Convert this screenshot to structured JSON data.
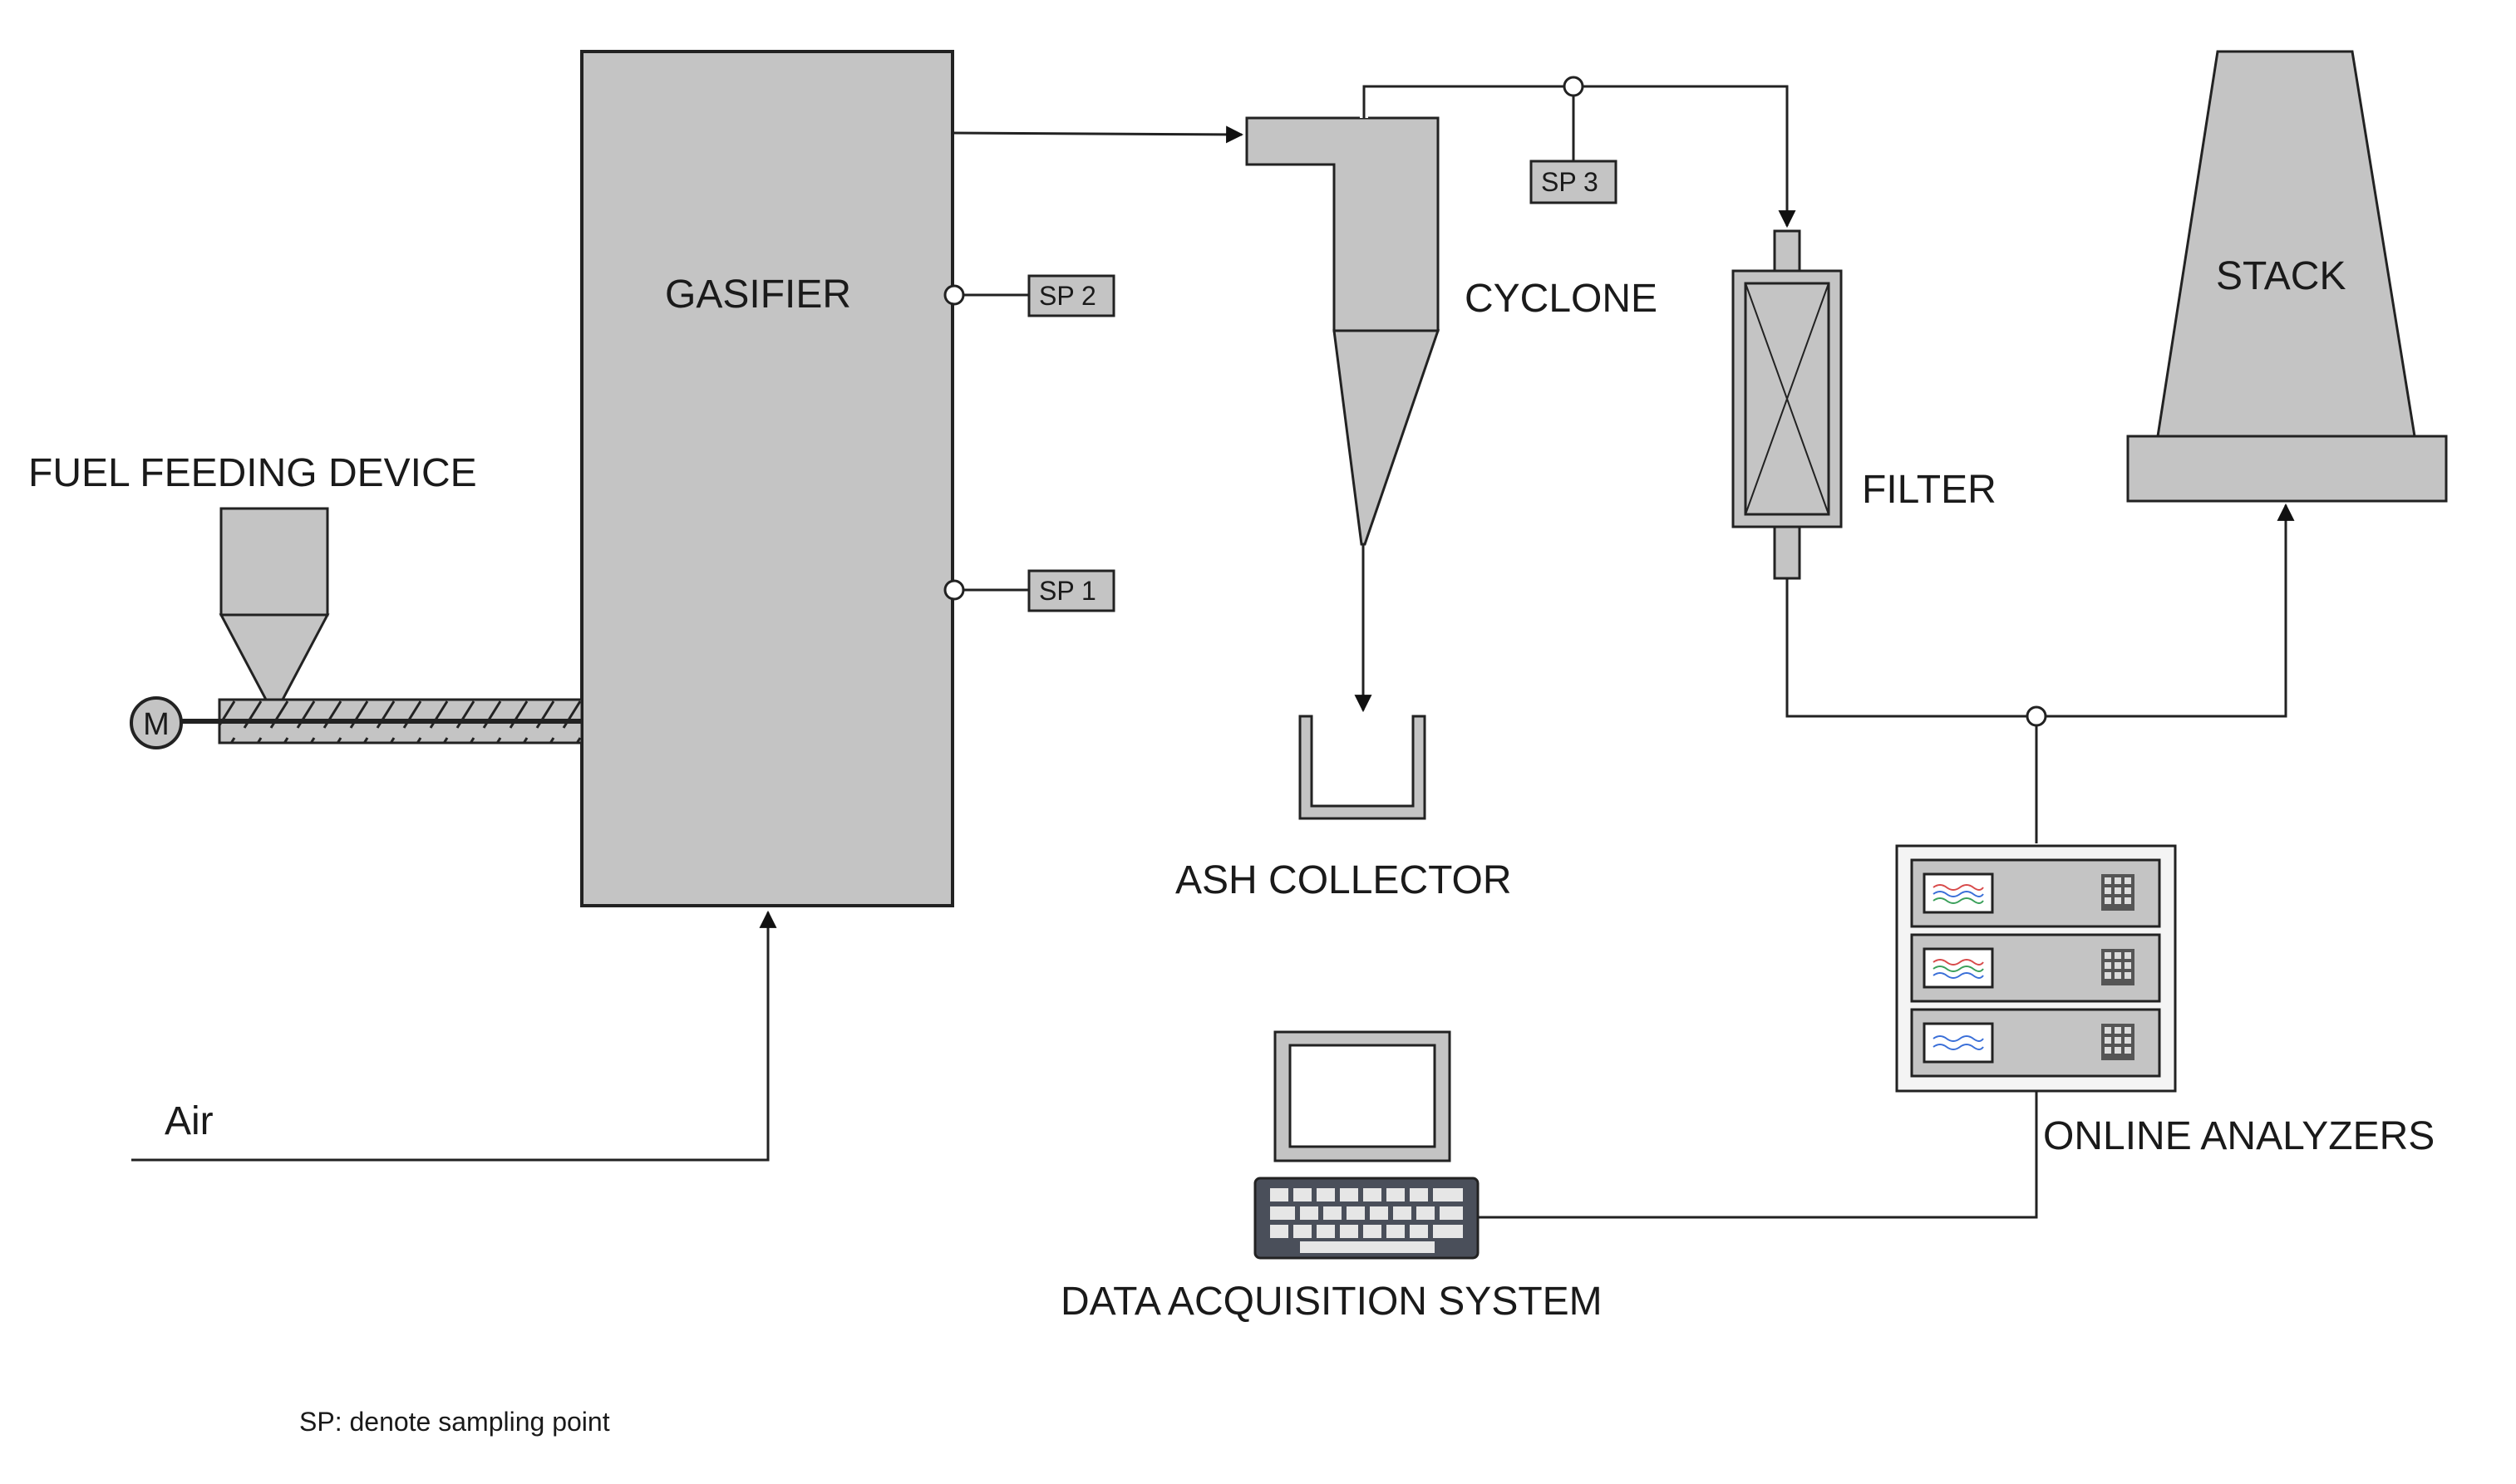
{
  "labels": {
    "gasifier": "GASIFIER",
    "fuel_feeding_device": "FUEL FEEDING DEVICE",
    "motor": "M",
    "cyclone": "CYCLONE",
    "ash_collector": "ASH COLLECTOR",
    "filter": "FILTER",
    "stack": "STACK",
    "online_analyzers": "ONLINE ANALYZERS",
    "data_acquisition_system": "DATA ACQUISITION SYSTEM",
    "air": "Air"
  },
  "sampling_points": {
    "sp1": "SP 1",
    "sp2": "SP 2",
    "sp3": "SP 3"
  },
  "footnote": "SP: denote sampling point",
  "colors": {
    "equipment_fill": "#c4c4c4",
    "outline": "#222222",
    "trace_blue": "#3a6fd8",
    "trace_red": "#d84a4a",
    "trace_green": "#3aa05a"
  }
}
